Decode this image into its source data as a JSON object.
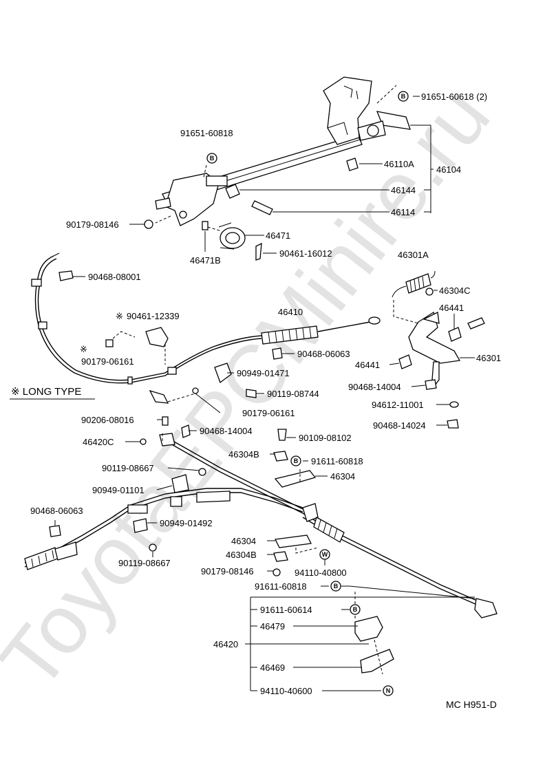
{
  "watermark": "ToyotaEPCMinire.ru",
  "labels": {
    "p1": "91651-60618 (2)",
    "p2": "91651-60818",
    "p3": "46110A",
    "p4": "46104",
    "p5": "46144",
    "p6": "46114",
    "p7": "90179-08146",
    "p8": "46471",
    "p9": "46471B",
    "p10": "90461-16012",
    "p11": "90468-08001",
    "p12": "90461-12339",
    "p13": "46410",
    "p14": "90468-06063",
    "p15": "90179-06161",
    "p16": "90949-01471",
    "p17": "90119-08744",
    "p18": "90179-06161",
    "p19": "90206-08016",
    "p20": "90468-14004",
    "p21": "46420C",
    "p22": "90109-08102",
    "p23": "46304B",
    "p24": "91611-60818",
    "p25": "90119-08667",
    "p26": "46304",
    "p27": "90949-01101",
    "p28": "90468-06063",
    "p29": "90949-01492",
    "p30": "46304",
    "p31": "46304B",
    "p32": "90119-08667",
    "p33": "90179-08146",
    "p34": "94110-40800",
    "p35": "91611-60818",
    "p36": "91611-60614",
    "p37": "46479",
    "p38": "46420",
    "p39": "46469",
    "p40": "94110-40600",
    "p41": "46301A",
    "p42": "46304C",
    "p43": "46441",
    "p44": "46301",
    "p45": "46441",
    "p46": "90468-14004",
    "p47": "94612-11001",
    "p48": "90468-14024"
  },
  "markers": {
    "asterisk": "※",
    "b": "B",
    "w": "W",
    "n": "N"
  },
  "long_type": "※ LONG  TYPE",
  "figure_code": "MC  H951-D"
}
